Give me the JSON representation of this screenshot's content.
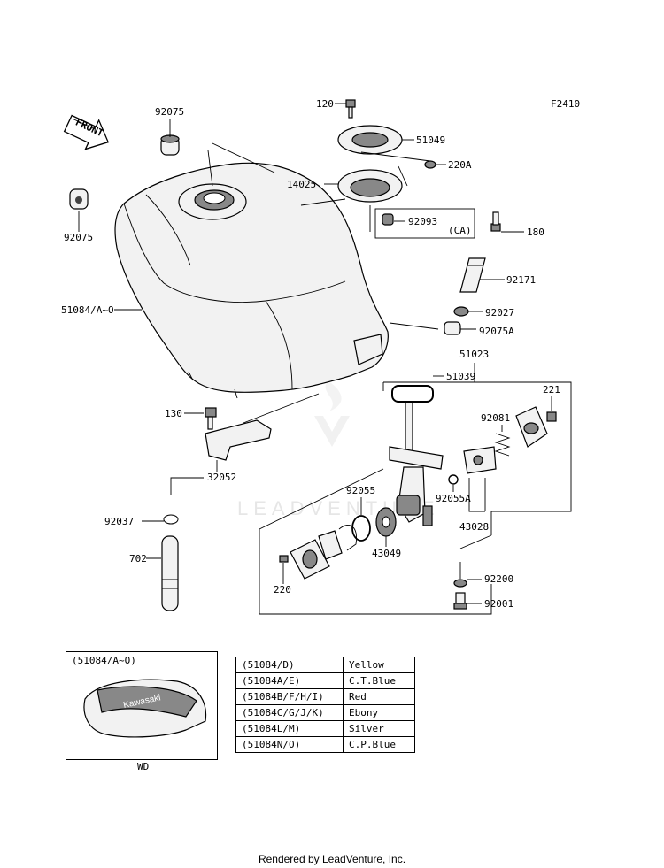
{
  "figure_code": "F2410",
  "front_label": "FRONT",
  "watermark": "LEADVENTURE",
  "callouts": {
    "p92075_top": "92075",
    "p92075_left": "92075",
    "p120": "120",
    "p51049": "51049",
    "p220A": "220A",
    "p14025": "14025",
    "p92093": "92093",
    "pCA": "(CA)",
    "p180": "180",
    "p92171": "92171",
    "p51084": "51084/A~O",
    "p92027": "92027",
    "p92075A": "92075A",
    "p51023": "51023",
    "p51039": "51039",
    "p221": "221",
    "p92081": "92081",
    "p130": "130",
    "p32052": "32052",
    "p92055": "92055",
    "p92055A": "92055A",
    "p43028": "43028",
    "p92037": "92037",
    "p43049": "43049",
    "p702": "702",
    "p220": "220",
    "p92200": "92200",
    "p92001": "92001"
  },
  "inset": {
    "title": "(51084/A~O)",
    "caption": "WD",
    "decal_text": "Kawasaki"
  },
  "color_table": [
    {
      "code": "(51084/D)",
      "color": "Yellow"
    },
    {
      "code": "(51084A/E)",
      "color": "C.T.Blue"
    },
    {
      "code": "(51084B/F/H/I)",
      "color": "Red"
    },
    {
      "code": "(51084C/G/J/K)",
      "color": "Ebony"
    },
    {
      "code": "(51084L/M)",
      "color": "Silver"
    },
    {
      "code": "(51084N/O)",
      "color": "C.P.Blue"
    }
  ],
  "footer": "Rendered by LeadVenture, Inc."
}
